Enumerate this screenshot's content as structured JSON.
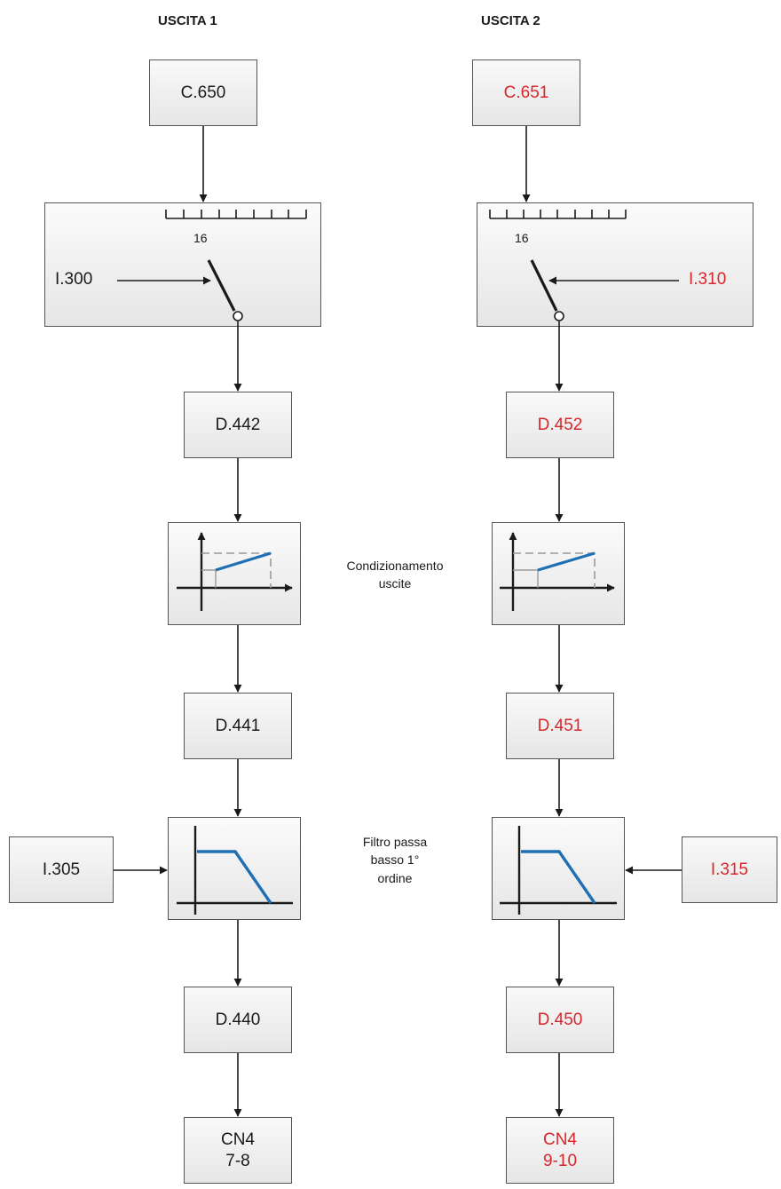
{
  "headers": {
    "left": "USCITA 1",
    "right": "USCITA 2"
  },
  "left": {
    "source": "C.650",
    "switch_input": "I.300",
    "switch_position": "16",
    "after_switch": "D.442",
    "after_conditioning": "D.441",
    "filter_input": "I.305",
    "after_filter": "D.440",
    "output_line1": "CN4",
    "output_line2": "7-8"
  },
  "right": {
    "source": "C.651",
    "switch_input": "I.310",
    "switch_position": "16",
    "after_switch": "D.452",
    "after_conditioning": "D.451",
    "filter_input": "I.315",
    "after_filter": "D.450",
    "output_line1": "CN4",
    "output_line2": "9-10"
  },
  "notes": {
    "conditioning_line1": "Condizionamento",
    "conditioning_line2": "uscite",
    "filter_line1": "Filtro passa",
    "filter_line2": "basso 1°",
    "filter_line3": "ordine"
  },
  "colors": {
    "accent_red": "#d9262a",
    "curve_blue": "#1f6fb5",
    "line": "#1a1a1a"
  }
}
